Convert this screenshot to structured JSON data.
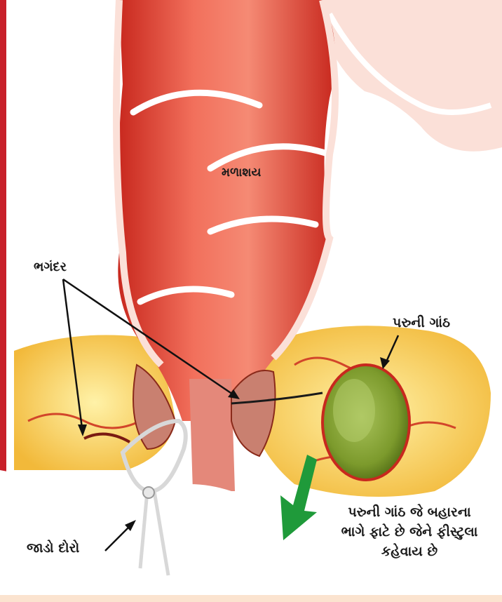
{
  "labels": {
    "rectum": "મળાશય",
    "fistula": "ભગંદર",
    "abscess": "પરુની ગાંઠ",
    "seton": "જાડો દોરો",
    "description": [
      "પરુની ગાંઠ જે બહારના",
      "ભાગે ફાટે છે જેને ફીસ્ટુલા",
      "કહેવાય છે"
    ]
  },
  "colors": {
    "frame": "#c8202a",
    "rectum": "#e8463a",
    "fat": "#f6d35a",
    "abscess": "#8fae3a",
    "arrow_green": "#1f9a3a"
  }
}
